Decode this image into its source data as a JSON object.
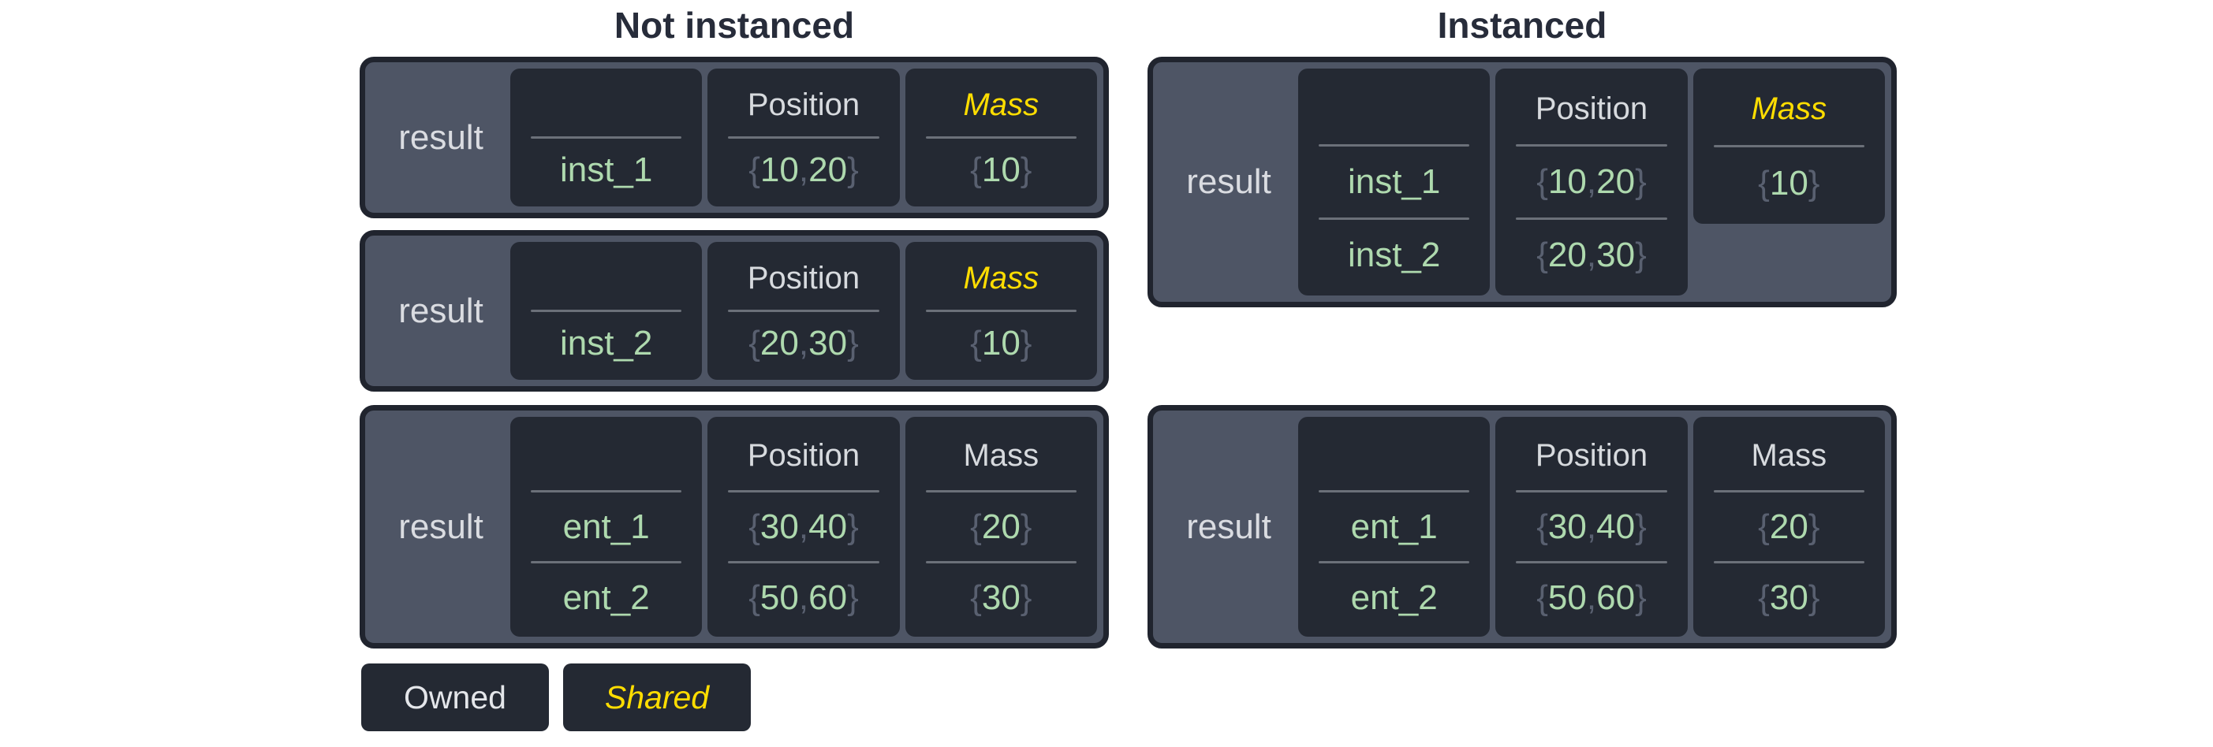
{
  "titles": {
    "left": "Not instanced",
    "right": "Instanced"
  },
  "legend": {
    "owned": "Owned",
    "shared": "Shared"
  },
  "colors": {
    "shared_yellow": "#ffdd00",
    "value_green": "#aed9ae",
    "brace_gray": "#596070",
    "panel_slate": "#4e5565",
    "cell_dark": "#242933",
    "outer_border": "#20242e",
    "divider_gray": "#6b7079",
    "header_white": "#d7dade",
    "title_dark": "#272c3a"
  },
  "tables": {
    "ni1": {
      "result": "result",
      "entity": {
        "header": "",
        "values": [
          "inst_1"
        ]
      },
      "position": {
        "header": "Position",
        "values": [
          {
            "open": "{",
            "a": "10",
            "sep": ", ",
            "b": "20",
            "close": "}"
          }
        ]
      },
      "mass": {
        "header": "Mass",
        "shared": true,
        "values": [
          {
            "open": "{",
            "a": "10",
            "close": "}"
          }
        ]
      }
    },
    "ni2": {
      "result": "result",
      "entity": {
        "header": "",
        "values": [
          "inst_2"
        ]
      },
      "position": {
        "header": "Position",
        "values": [
          {
            "open": "{",
            "a": "20",
            "sep": ", ",
            "b": "30",
            "close": "}"
          }
        ]
      },
      "mass": {
        "header": "Mass",
        "shared": true,
        "values": [
          {
            "open": "{",
            "a": "10",
            "close": "}"
          }
        ]
      }
    },
    "ni3": {
      "result": "result",
      "entity": {
        "header": "",
        "values": [
          "ent_1",
          "ent_2"
        ]
      },
      "position": {
        "header": "Position",
        "values": [
          {
            "open": "{",
            "a": "30",
            "sep": ", ",
            "b": "40",
            "close": "}"
          },
          {
            "open": "{",
            "a": "50",
            "sep": ", ",
            "b": "60",
            "close": "}"
          }
        ]
      },
      "mass": {
        "header": "Mass",
        "shared": false,
        "values": [
          {
            "open": "{",
            "a": "20",
            "close": "}"
          },
          {
            "open": "{",
            "a": "30",
            "close": "}"
          }
        ]
      }
    },
    "i1": {
      "result": "result",
      "entity": {
        "header": "",
        "values": [
          "inst_1",
          "inst_2"
        ]
      },
      "position": {
        "header": "Position",
        "values": [
          {
            "open": "{",
            "a": "10",
            "sep": ", ",
            "b": "20",
            "close": "}"
          },
          {
            "open": "{",
            "a": "20",
            "sep": ", ",
            "b": "30",
            "close": "}"
          }
        ]
      },
      "mass": {
        "header": "Mass",
        "shared": true,
        "values": [
          {
            "open": "{",
            "a": "10",
            "close": "}"
          }
        ]
      }
    },
    "i2": {
      "result": "result",
      "entity": {
        "header": "",
        "values": [
          "ent_1",
          "ent_2"
        ]
      },
      "position": {
        "header": "Position",
        "values": [
          {
            "open": "{",
            "a": "30",
            "sep": ", ",
            "b": "40",
            "close": "}"
          },
          {
            "open": "{",
            "a": "50",
            "sep": ", ",
            "b": "60",
            "close": "}"
          }
        ]
      },
      "mass": {
        "header": "Mass",
        "shared": false,
        "values": [
          {
            "open": "{",
            "a": "20",
            "close": "}"
          },
          {
            "open": "{",
            "a": "30",
            "close": "}"
          }
        ]
      }
    }
  }
}
